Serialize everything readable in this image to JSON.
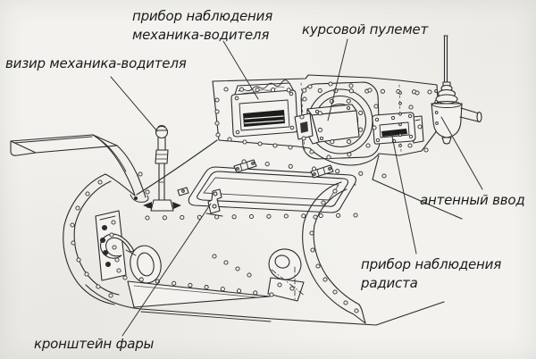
{
  "diagram": {
    "type": "technical-line-drawing",
    "subject": "tank hull front (three-quarter view)",
    "paper_color": "#f3f2ee",
    "line_color": "#2b2b2b",
    "labels": [
      {
        "id": "driver-observation-device",
        "text": "прибор наблюдения\nмеханика-водителя"
      },
      {
        "id": "bow-machine-gun",
        "text": "курсовой пулемет"
      },
      {
        "id": "driver-visor",
        "text": "визир механика-водителя"
      },
      {
        "id": "antenna-input",
        "text": "антенный ввод"
      },
      {
        "id": "radio-operator-observation-device",
        "text": "прибор наблюдения\nрадиста"
      },
      {
        "id": "headlight-bracket",
        "text": "кронштейн фары"
      }
    ]
  }
}
